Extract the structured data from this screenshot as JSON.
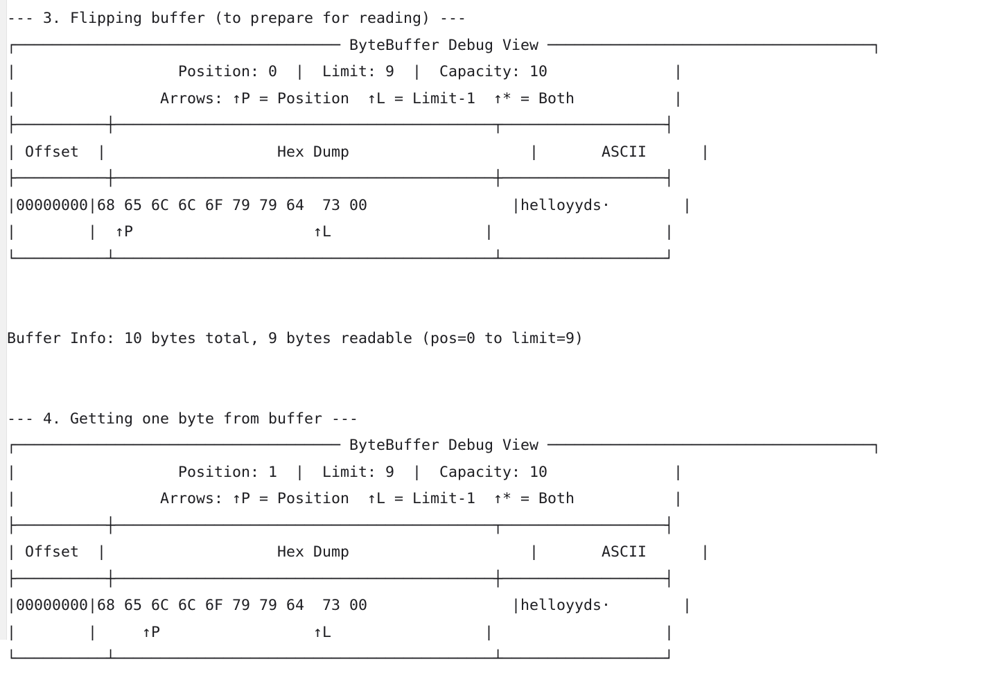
{
  "app": {
    "kind": "console-output",
    "background_color": "#ffffff",
    "text_color": "#1d1d21",
    "gutter_color": "#f1f1f1"
  },
  "sections": [
    {
      "heading": "--- 3. Flipping buffer (to prepare for reading) ---",
      "panel": {
        "title": "ByteBuffer Debug View",
        "title_rule_left": "┌──────────────────────────────────── ",
        "title_rule_right": " ────────────────────────────────────┐",
        "stats_line": "|                  Position: 0  |  Limit: 9  |  Capacity: 10              |",
        "arrows_legend_line": "|                Arrows: ↑P = Position  ↑L = Limit-1  ↑* = Both           |",
        "stats": {
          "position_label": "Position:",
          "position_value": "0",
          "limit_label": "Limit:",
          "limit_value": "9",
          "capacity_label": "Capacity:",
          "capacity_value": "10"
        },
        "arrows_legend": {
          "prefix": "Arrows:",
          "position_arrow": "↑P = Position",
          "limit_arrow": "↑L = Limit-1",
          "both_arrow": "↑* = Both"
        },
        "table": {
          "rule_top": "├──────────┼──────────────────────────────────────────┬──────────────────┤",
          "header_line": "| Offset  |                   Hex Dump                    |       ASCII      |",
          "rule_mid": "├──────────┼──────────────────────────────────────────┼──────────────────┤",
          "data_line": "|00000000|68 65 6C 6C 6F 79 79 64  73 00                |helloyyds·        |",
          "marker_line": "|        |  ↑P                    ↑L                 |                   |",
          "rule_bottom": "└──────────┴──────────────────────────────────────────┴──────────────────┘",
          "columns": [
            "Offset",
            "Hex Dump",
            "ASCII"
          ],
          "rows": [
            {
              "offset": "00000000",
              "hex": "68 65 6C 6C 6F 79 79 64  73 00",
              "ascii": "helloyyds·",
              "bytes": [
                "68",
                "65",
                "6C",
                "6C",
                "6F",
                "79",
                "79",
                "64",
                "73",
                "00"
              ],
              "markers": [
                "↑P",
                "↑L"
              ],
              "position_marker_byte_index": 0,
              "limit_marker_byte_index": 8
            }
          ]
        }
      },
      "footer": "Buffer Info: 10 bytes total, 9 bytes readable (pos=0 to limit=9)"
    },
    {
      "heading": "--- 4. Getting one byte from buffer ---",
      "panel": {
        "title": "ByteBuffer Debug View",
        "stats_line": "|                  Position: 1  |  Limit: 9  |  Capacity: 10              |",
        "arrows_legend_line": "|                Arrows: ↑P = Position  ↑L = Limit-1  ↑* = Both           |",
        "stats": {
          "position_label": "Position:",
          "position_value": "1",
          "limit_label": "Limit:",
          "limit_value": "9",
          "capacity_label": "Capacity:",
          "capacity_value": "10"
        },
        "arrows_legend": {
          "prefix": "Arrows:",
          "position_arrow": "↑P = Position",
          "limit_arrow": "↑L = Limit-1",
          "both_arrow": "↑* = Both"
        },
        "table": {
          "header_line": "| Offset  |                   Hex Dump                    |       ASCII      |",
          "data_line": "|00000000|68 65 6C 6C 6F 79 79 64  73 00                |helloyyds·        |",
          "marker_line": "|        |     ↑P                 ↑L                 |                   |",
          "columns": [
            "Offset",
            "Hex Dump",
            "ASCII"
          ],
          "rows": [
            {
              "offset": "00000000",
              "hex": "68 65 6C 6C 6F 79 79 64  73 00",
              "ascii": "helloyyds·",
              "bytes": [
                "68",
                "65",
                "6C",
                "6C",
                "6F",
                "79",
                "79",
                "64",
                "73",
                "00"
              ],
              "markers": [
                "↑P",
                "↑L"
              ],
              "position_marker_byte_index": 1,
              "limit_marker_byte_index": 8
            }
          ]
        }
      },
      "footer": ""
    }
  ],
  "raw_lines": [
    "--- 3. Flipping buffer (to prepare for reading) ---",
    "┌─────────────────────────── ByteBuffer Debug View ──────────────────────────┐",
    "|                  Position: 0  |  Limit: 9  |  Capacity: 10              |",
    "|                Arrows: ↑P = Position  ↑L = Limit-1  ↑* = Both           |",
    "├────────┼──────────────────────────────────────────┬─────────────────┤",
    "| Offset |                   Hex Dump                   |      ASCII      |",
    "├────────┼──────────────────────────────────────────┼─────────────────┤",
    "|00000000|68 65 6C 6C 6F 79 79 64  73 00                |helloyyds·       |",
    "|        |  ↑P                    ↑L                  |                 |",
    "└────────┴──────────────────────────────────────────┴─────────────────┘",
    "",
    "Buffer Info: 10 bytes total, 9 bytes readable (pos=0 to limit=9)",
    "",
    "--- 4. Getting one byte from buffer ---"
  ]
}
